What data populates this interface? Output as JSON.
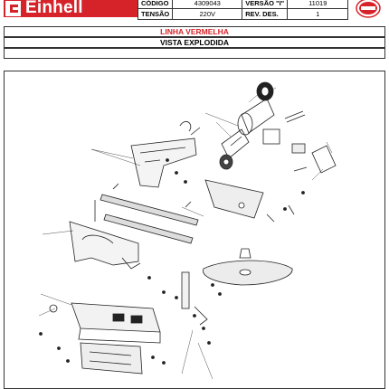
{
  "header": {
    "logo_text": "Einhell",
    "rows": [
      {
        "label1": "CÓDIGO",
        "value1": "4309043",
        "label2": "VERSÃO \"I\"",
        "value2": "11019"
      },
      {
        "label1": "TENSÃO",
        "value1": "220V",
        "label2": "REV. DES.",
        "value2": "1"
      }
    ]
  },
  "band_red": "LINHA VERMELHA",
  "band_title": "VISTA EXPLODIDA",
  "colors": {
    "brand_red": "#d6232a",
    "line": "#333333"
  }
}
